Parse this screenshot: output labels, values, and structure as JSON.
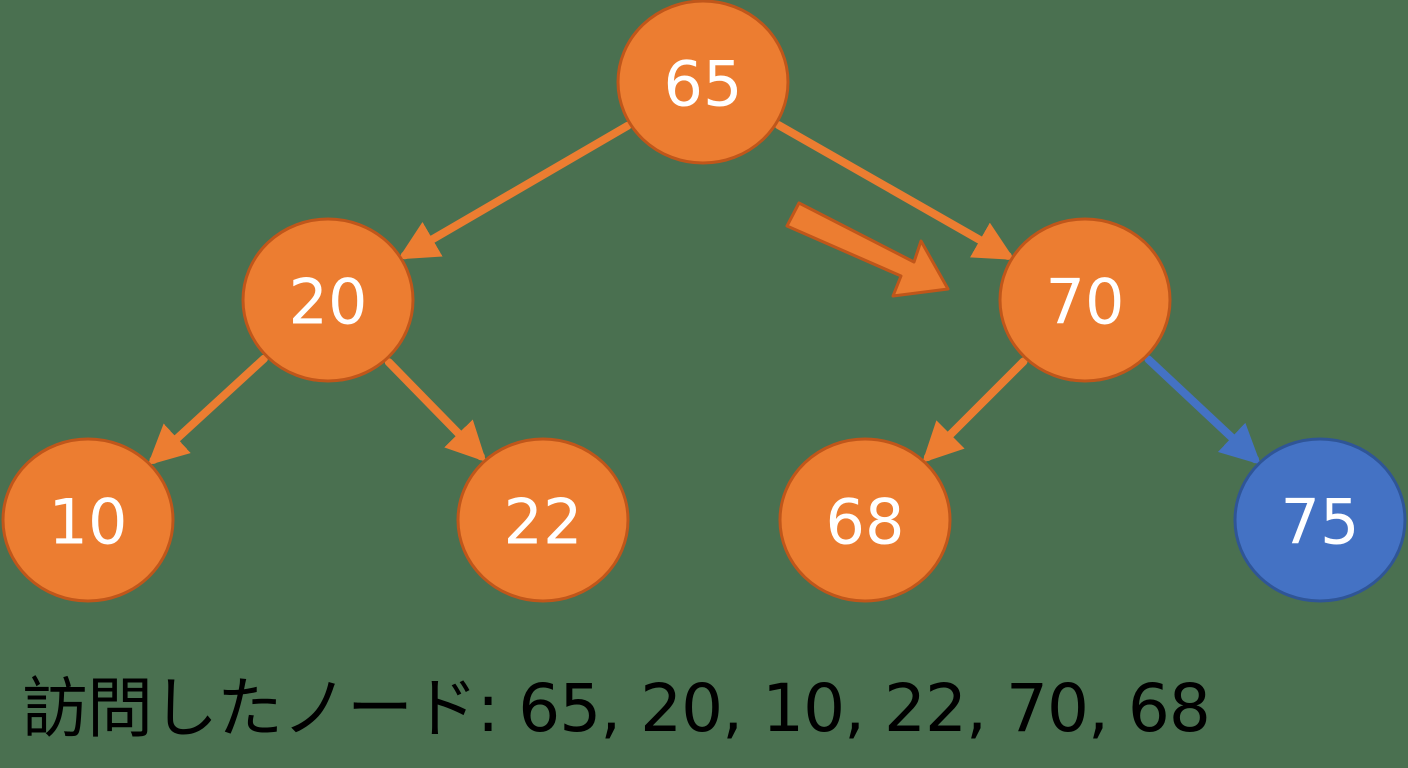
{
  "colors": {
    "background": "#4a7050",
    "node_fill": "#ec7d31",
    "node_stroke": "#c0561a",
    "edge": "#ec7d31",
    "current_fill": "#4472c4",
    "current_stroke": "#2f5597",
    "current_edge": "#4472c4",
    "label": "#ffffff",
    "caption": "#000000"
  },
  "tree": {
    "nodes": [
      {
        "id": "65",
        "label": "65",
        "state": "visited"
      },
      {
        "id": "20",
        "label": "20",
        "state": "visited"
      },
      {
        "id": "70",
        "label": "70",
        "state": "visited"
      },
      {
        "id": "10",
        "label": "10",
        "state": "visited"
      },
      {
        "id": "22",
        "label": "22",
        "state": "visited"
      },
      {
        "id": "68",
        "label": "68",
        "state": "visited"
      },
      {
        "id": "75",
        "label": "75",
        "state": "current"
      }
    ],
    "edges": [
      {
        "from": "65",
        "to": "20",
        "state": "visited"
      },
      {
        "from": "65",
        "to": "70",
        "state": "visited"
      },
      {
        "from": "20",
        "to": "10",
        "state": "visited"
      },
      {
        "from": "20",
        "to": "22",
        "state": "visited"
      },
      {
        "from": "70",
        "to": "68",
        "state": "visited"
      },
      {
        "from": "70",
        "to": "75",
        "state": "current"
      }
    ],
    "traversal_indicator": {
      "icon": "block-arrow-icon",
      "points_to": "70"
    }
  },
  "caption": {
    "text": "訪問したノード: 65, 20, 10, 22, 70, 68"
  }
}
